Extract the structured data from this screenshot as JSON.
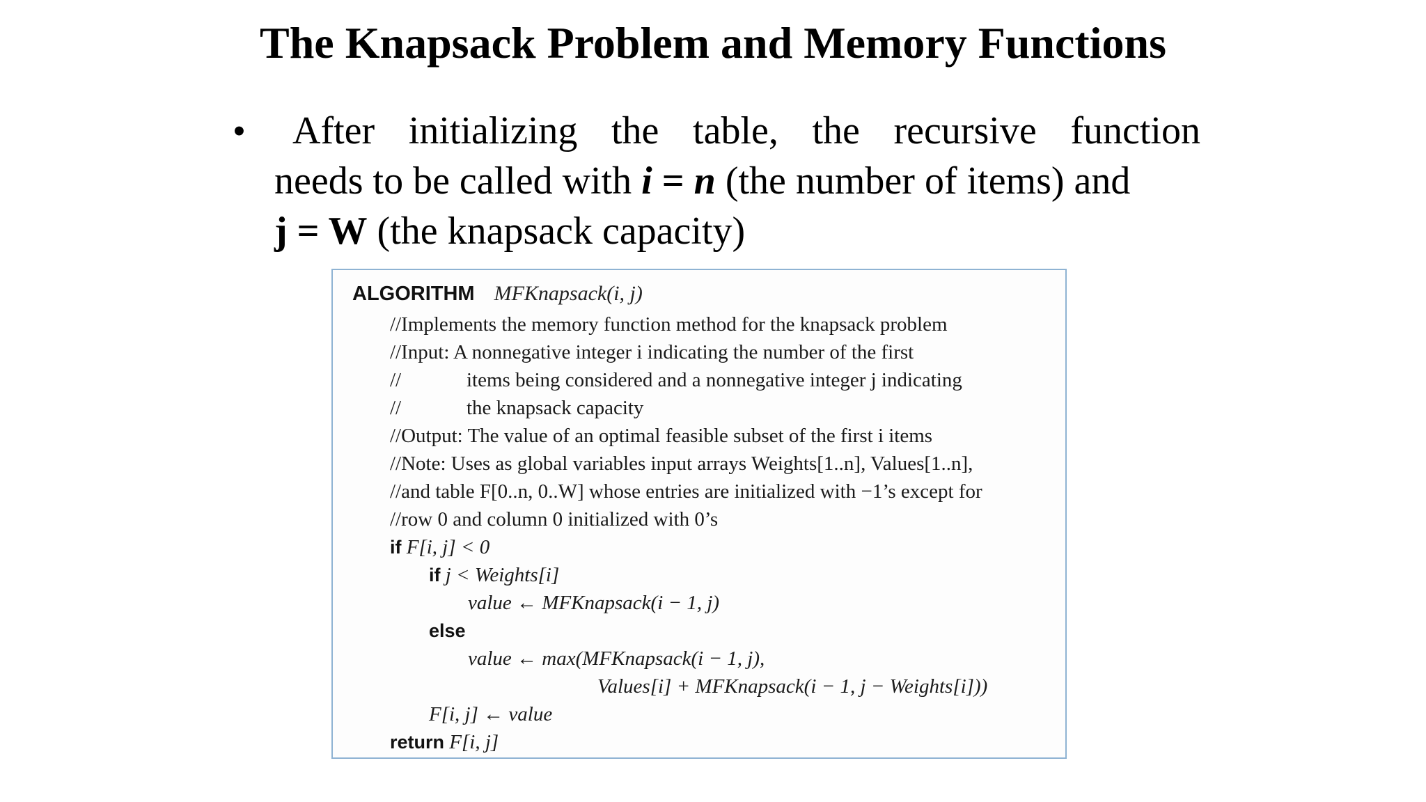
{
  "slide": {
    "title": "The Knapsack Problem and Memory Functions"
  },
  "bullet": {
    "marker": "•",
    "line1_words": [
      "After",
      "initializing",
      "the",
      "table,",
      "the",
      "recursive",
      "function"
    ],
    "line2_pre": "needs to be called with ",
    "line2_i": "i",
    "line2_eq": " = ",
    "line2_n": "n",
    "line2_post": " (the number of items) and",
    "line3_bold": "j = W",
    "line3_post": " (the knapsack capacity)"
  },
  "algorithm": {
    "keyword": "ALGORITHM",
    "signature": "MFKnapsack(i, j)",
    "lines": [
      "//Implements the memory function method for the knapsack problem",
      "//Input: A nonnegative integer i indicating the number of the first",
      "//",
      "items being considered and a nonnegative integer j indicating",
      "//",
      "the knapsack capacity",
      "//Output: The value of an optimal feasible subset of the first i items",
      "//Note: Uses as global variables input arrays Weights[1..n], Values[1..n],",
      "//and table F[0..n, 0..W] whose entries are initialized with −1’s except for",
      "//row 0 and column 0 initialized with 0’s"
    ],
    "code": {
      "if1_kw": "if",
      "if1_cond": "F[i, j] < 0",
      "if2_kw": "if",
      "if2_cond": "j < Weights[i]",
      "assign1": "value ← MFKnapsack(i − 1, j)",
      "else_kw": "else",
      "assign2": "value ← max(MFKnapsack(i − 1, j),",
      "assign2_cont": "Values[i] + MFKnapsack(i − 1, j − Weights[i]))",
      "store": "F[i, j] ← value",
      "return_kw": "return",
      "return_expr": "F[i, j]"
    }
  }
}
